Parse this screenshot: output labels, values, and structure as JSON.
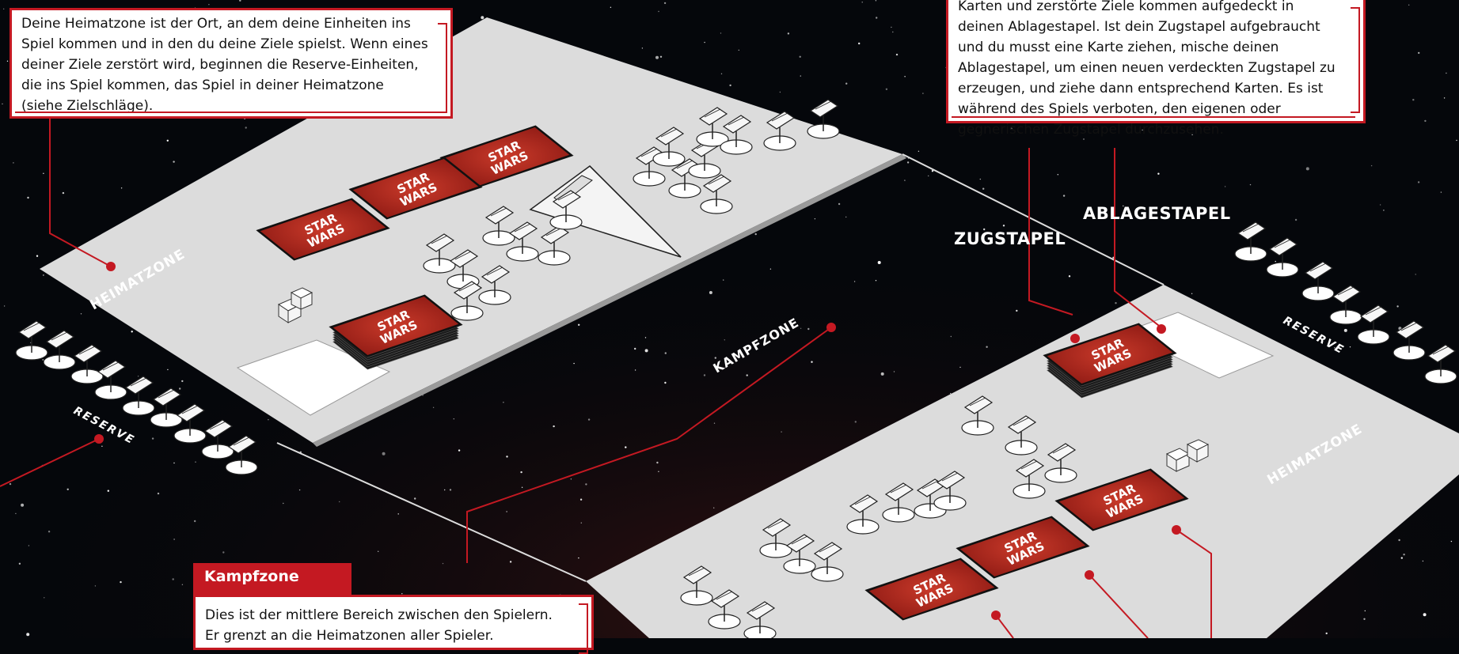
{
  "callouts": {
    "heimatzone": {
      "text": "Deine Heimatzone ist der Ort, an dem deine Einheiten ins Spiel kommen und in den du deine Ziele spielst. Wenn eines deiner Ziele zerstört wird, beginnen die Reserve-Einheiten, die ins Spiel kommen, das Spiel in deiner Heimatzone (siehe Zielschläge)."
    },
    "zugstapel": {
      "text": "Karten und zerstörte Ziele kommen aufgedeckt in deinen Ablagestapel. Ist dein Zugstapel aufgebraucht und du musst eine Karte ziehen, mische deinen Ablagestapel, um einen neuen verdeckten Zugstapel zu erzeugen, und ziehe dann entsprechend Karten. Es ist während des Spiels verboten, den eigenen oder gegnerischen Zugstapel durchzusehen."
    },
    "kampfzone": {
      "title": "Kampfzone",
      "text": "Dies ist der mittlere Bereich zwischen den Spielern. Er grenzt an die Heimatzonen aller Spieler."
    }
  },
  "labels": {
    "heimatzone_top": "HEIMATZONE",
    "heimatzone_bottom": "HEIMATZONE",
    "kampfzone": "KAMPFZONE",
    "reserve_left": "RESERVE",
    "reserve_right": "RESERVE",
    "zugstapel": "ZUGSTAPEL",
    "ablagestapel": "ABLAGESTAPEL"
  },
  "cards": {
    "logo_line1": "STAR",
    "logo_line2": "WARS"
  },
  "colors": {
    "accent_red": "#c41922",
    "board": "#dcdcdc",
    "space": "#05070b",
    "card_red": "#b5271d"
  }
}
